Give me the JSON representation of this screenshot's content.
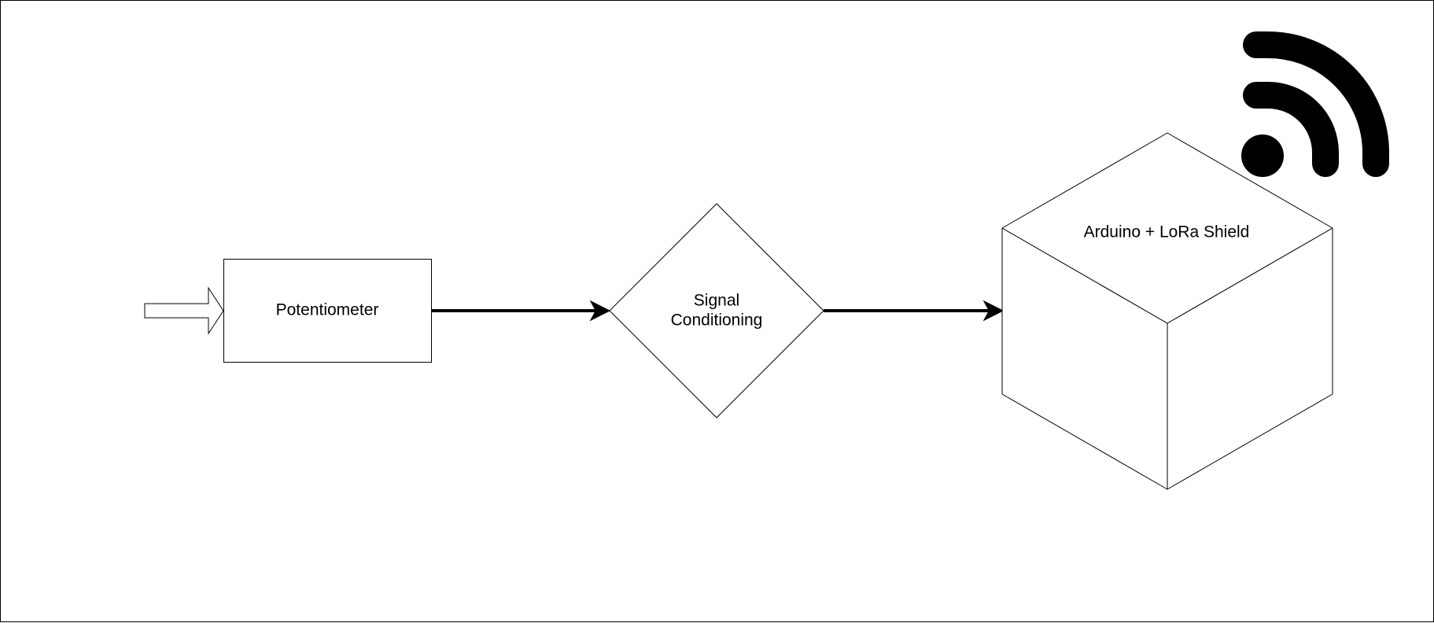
{
  "diagram": {
    "nodes": {
      "potentiometer": {
        "label": "Potentiometer",
        "shape": "rectangle"
      },
      "signal_conditioning": {
        "label_line1": "Signal",
        "label_line2": "Conditioning",
        "shape": "diamond"
      },
      "arduino": {
        "label": "Arduino + LoRa Shield",
        "shape": "cube"
      }
    },
    "edges": [
      {
        "from": "input",
        "to": "potentiometer",
        "style": "hollow-block-arrow"
      },
      {
        "from": "potentiometer",
        "to": "signal_conditioning",
        "style": "thick-arrow"
      },
      {
        "from": "signal_conditioning",
        "to": "arduino",
        "style": "thick-arrow"
      }
    ],
    "icons": [
      {
        "name": "wireless-signal-icon",
        "attached_to": "arduino"
      }
    ],
    "colors": {
      "stroke": "#000000",
      "fill": "#ffffff",
      "background": "#ffffff"
    }
  }
}
